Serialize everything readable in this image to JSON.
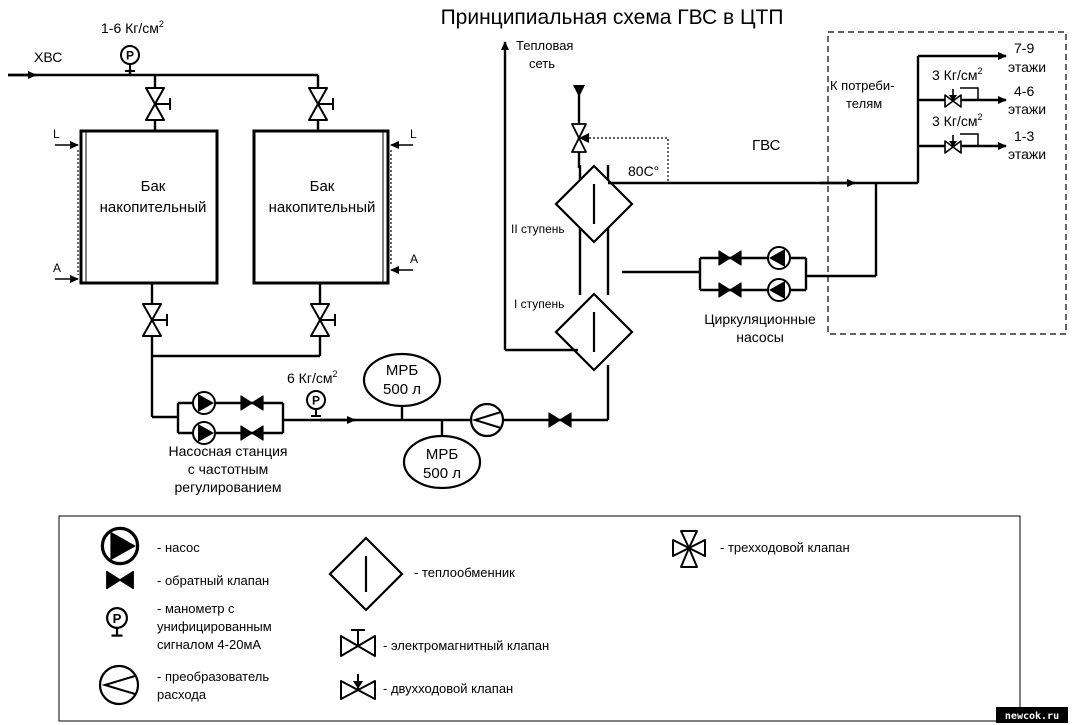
{
  "title": "Принципиальная схема ГВС в ЦТП",
  "labels": {
    "hvs": "ХВС",
    "pressure_top": "1-6 Кг/см",
    "pressure_pump": "6 Кг/см",
    "pressure_floor_a": "3 Кг/см",
    "pressure_floor_b": "3 Кг/см",
    "sup2": "2",
    "tank_line1": "Бак",
    "tank_line2": "накопительный",
    "level_L": "L",
    "level_A": "A",
    "pump_station": [
      "Насосная станция",
      "с частотным",
      "регулированием"
    ],
    "mrb": "МРБ",
    "mrb_volume": "500 л",
    "heat_network": [
      "Тепловая",
      "сеть"
    ],
    "temp": "80С°",
    "stage2": "II ступень",
    "stage1": "I ступень",
    "gvs": "ГВС",
    "to_consumers": [
      "К потреби-",
      "телям"
    ],
    "circ_pumps": [
      "Циркуляционные",
      "насосы"
    ],
    "floors_7_9": [
      "7-9",
      "этажи"
    ],
    "floors_4_6": [
      "4-6",
      "этажи"
    ],
    "floors_1_3": [
      "1-3",
      "этажи"
    ],
    "watermark": "newcok.ru"
  },
  "legend": {
    "pump": "- насос",
    "check_valve": "- обратный клапан",
    "manometer": [
      "- манометр с",
      "унифицированным",
      "сигналом 4-20мА"
    ],
    "flow_converter": [
      "- преобразователь",
      "расхода"
    ],
    "heat_exchanger": "- теплообменник",
    "solenoid_valve": "- электромагнитный клапан",
    "two_way_valve": "- двухходовой клапан",
    "three_way_valve": "- трехходовой клапан"
  },
  "icons": {
    "manometer": "manometer-icon",
    "pump": "pump-icon",
    "check_valve": "check-valve-icon",
    "solenoid_valve": "solenoid-valve-icon",
    "two_way_valve": "two-way-valve-icon",
    "three_way_valve": "three-way-valve-icon",
    "heat_exchanger": "heat-exchanger-icon",
    "flow_converter": "flow-converter-icon"
  }
}
